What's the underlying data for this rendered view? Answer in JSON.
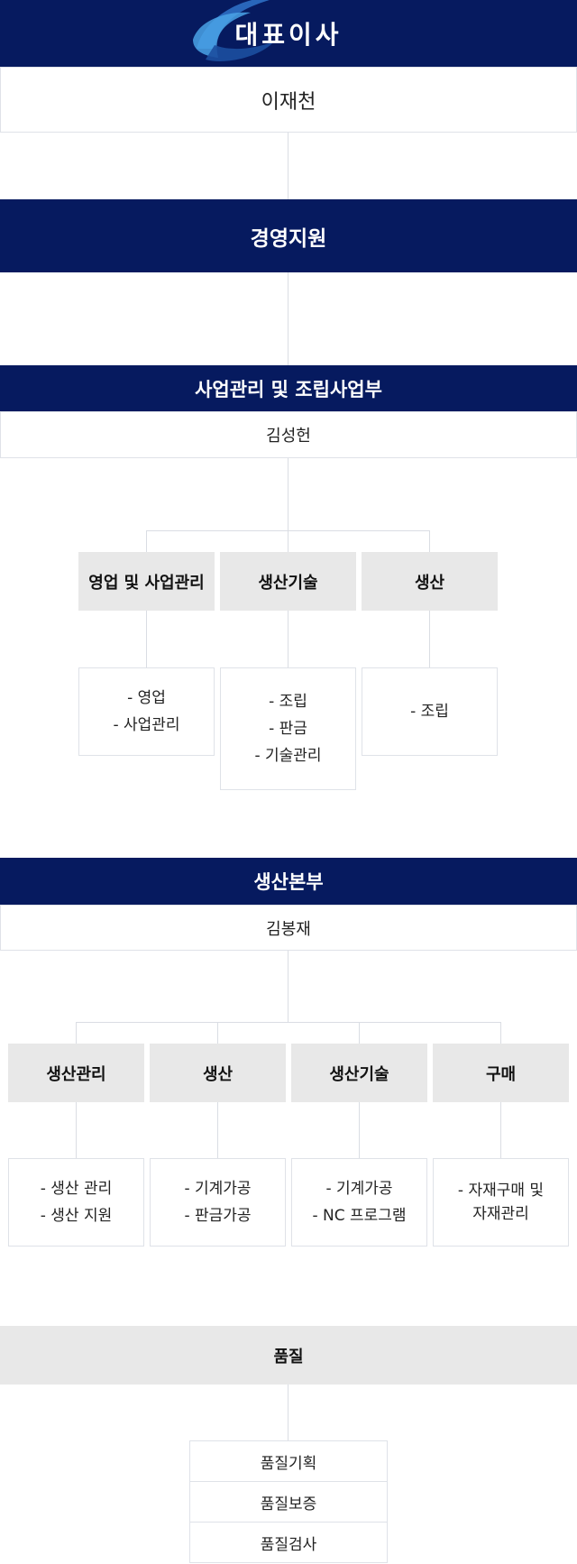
{
  "ceo": {
    "title": "대표이사",
    "name": "이재천"
  },
  "management_support": {
    "title": "경영지원"
  },
  "business_division": {
    "title": "사업관리 및 조립사업부",
    "head": "김성헌",
    "teams": [
      {
        "name": "영업 및 사업관리",
        "duties": [
          "- 영업",
          "- 사업관리"
        ]
      },
      {
        "name": "생산기술",
        "duties": [
          "- 조립",
          "- 판금",
          "- 기술관리"
        ]
      },
      {
        "name": "생산",
        "duties": [
          "- 조립"
        ]
      }
    ]
  },
  "production_division": {
    "title": "생산본부",
    "head": "김봉재",
    "teams": [
      {
        "name": "생산관리",
        "duties": [
          "- 생산 관리",
          "- 생산 지원"
        ]
      },
      {
        "name": "생산",
        "duties": [
          "- 기계가공",
          "- 판금가공"
        ]
      },
      {
        "name": "생산기술",
        "duties": [
          "- 기계가공",
          "- NC 프로그램"
        ]
      },
      {
        "name": "구매",
        "duties": [
          "- 자재구매 및",
          "자재관리"
        ]
      }
    ]
  },
  "quality": {
    "title": "품질",
    "items": [
      "품질기획",
      "품질보증",
      "품질검사"
    ]
  },
  "colors": {
    "navy": "#061a5f",
    "gray": "#e8e8e8",
    "line": "#dadde3"
  }
}
